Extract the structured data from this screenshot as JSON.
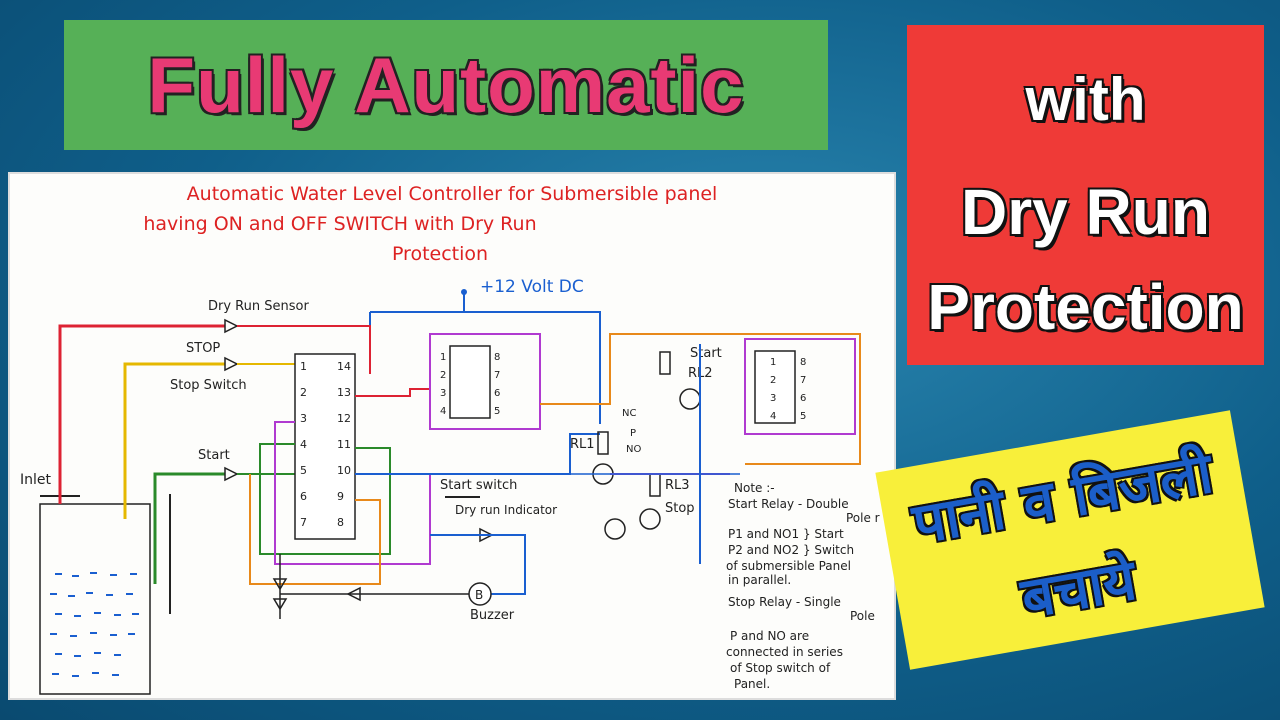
{
  "banner_left": {
    "text": "Fully Automatic"
  },
  "banner_right": {
    "line1": "with",
    "line2": "Dry Run",
    "line3": "Protection"
  },
  "hindi_box": {
    "line1": "पानी व बिजली",
    "line2": "बचाये"
  },
  "diagram": {
    "title_line1": "Automatic Water Level Controller for Submersible panel",
    "title_line2": "having ON and OFF SWITCH with Dry Run",
    "title_line3": "Protection",
    "supply": "+12 Volt DC",
    "labels": {
      "dry_run_sensor": "Dry Run Sensor",
      "stop": "STOP",
      "stop_switch": "Stop Switch",
      "start": "Start",
      "inlet": "Inlet",
      "start_switch": "Start switch",
      "dry_run_indicator": "Dry run Indicator",
      "buzzer": "Buzzer",
      "buzzer_symbol": "B",
      "rl1": "RL1",
      "rl2": "RL2",
      "rl3": "RL3",
      "stop_relay_label": "Stop",
      "start_relay_label": "Start",
      "nc": "NC",
      "p": "P",
      "no": "NO"
    },
    "ic_main_pins_left": [
      "1",
      "2",
      "3",
      "4",
      "5",
      "6",
      "7"
    ],
    "ic_main_pins_right": [
      "14",
      "13",
      "12",
      "11",
      "10",
      "9",
      "8"
    ],
    "ic_timer_pins_left": [
      "1",
      "2",
      "3",
      "4"
    ],
    "ic_timer_pins_right": [
      "8",
      "7",
      "6",
      "5"
    ],
    "note": {
      "title": "Note :-",
      "lines": [
        "Start Relay - Double",
        "Pole r",
        "P1 and NO1 } Start",
        "P2 and NO2 } Switch",
        "of submersible Panel",
        "in parallel.",
        "Stop Relay - Single",
        "Pole",
        "P and NO are",
        "connected in series",
        "of Stop switch of",
        "Panel."
      ]
    }
  }
}
